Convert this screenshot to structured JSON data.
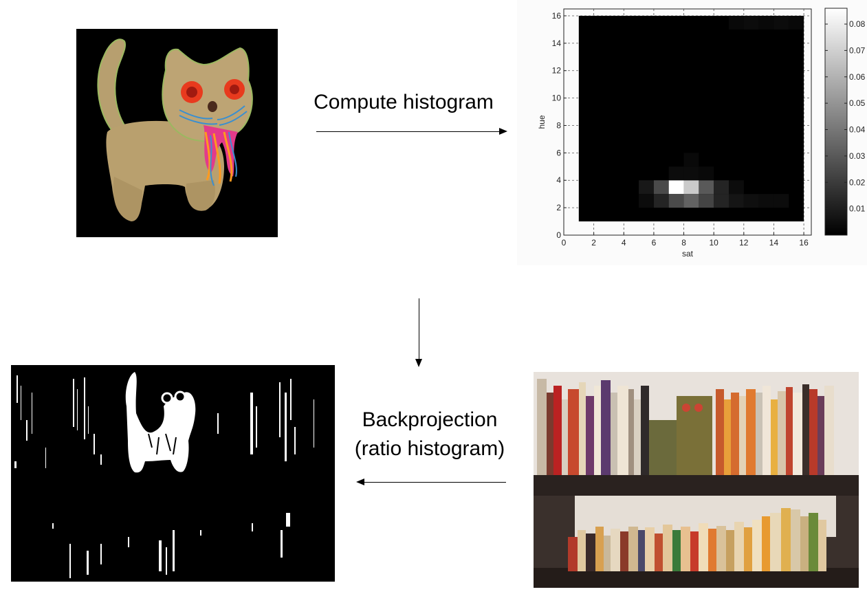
{
  "labels": {
    "compute_histogram": "Compute histogram",
    "backprojection_line1": "Backprojection",
    "backprojection_line2": "(ratio histogram)"
  },
  "images": {
    "model": "stuffed toy cat on black background",
    "backprojection_result": "binary backprojection map",
    "scene": "bookshelf with toy cat"
  },
  "chart_data": {
    "type": "heatmap",
    "xlabel": "sat",
    "ylabel": "hue",
    "xlim": [
      0,
      16.5
    ],
    "ylim": [
      0,
      16.5
    ],
    "x_ticks": [
      0,
      2,
      4,
      6,
      8,
      10,
      12,
      14,
      16
    ],
    "y_ticks": [
      0,
      2,
      4,
      6,
      8,
      10,
      12,
      14,
      16
    ],
    "grid": "dashed, outside plotted area",
    "colormap": "gray",
    "colorbar_ticks": [
      0.01,
      0.02,
      0.03,
      0.04,
      0.05,
      0.06,
      0.07,
      0.08
    ],
    "colorbar_range": [
      0,
      0.086
    ],
    "bin_range": [
      1,
      16
    ],
    "cells": [
      {
        "sat": 5,
        "hue": 3,
        "v": 0.008
      },
      {
        "sat": 6,
        "hue": 3,
        "v": 0.025
      },
      {
        "sat": 7,
        "hue": 3,
        "v": 0.086
      },
      {
        "sat": 8,
        "hue": 3,
        "v": 0.068
      },
      {
        "sat": 9,
        "hue": 3,
        "v": 0.03
      },
      {
        "sat": 10,
        "hue": 3,
        "v": 0.012
      },
      {
        "sat": 11,
        "hue": 3,
        "v": 0.004
      },
      {
        "sat": 5,
        "hue": 2,
        "v": 0.004
      },
      {
        "sat": 6,
        "hue": 2,
        "v": 0.012
      },
      {
        "sat": 7,
        "hue": 2,
        "v": 0.025
      },
      {
        "sat": 8,
        "hue": 2,
        "v": 0.033
      },
      {
        "sat": 9,
        "hue": 2,
        "v": 0.023
      },
      {
        "sat": 10,
        "hue": 2,
        "v": 0.012
      },
      {
        "sat": 11,
        "hue": 2,
        "v": 0.007
      },
      {
        "sat": 12,
        "hue": 2,
        "v": 0.005
      },
      {
        "sat": 13,
        "hue": 2,
        "v": 0.004
      },
      {
        "sat": 14,
        "hue": 2,
        "v": 0.004
      },
      {
        "sat": 7,
        "hue": 4,
        "v": 0.004
      },
      {
        "sat": 8,
        "hue": 4,
        "v": 0.004
      },
      {
        "sat": 9,
        "hue": 4,
        "v": 0.003
      },
      {
        "sat": 8,
        "hue": 5,
        "v": 0.003
      },
      {
        "sat": 11,
        "hue": 15,
        "v": 0.003
      },
      {
        "sat": 12,
        "hue": 15,
        "v": 0.004
      },
      {
        "sat": 13,
        "hue": 15,
        "v": 0.003
      },
      {
        "sat": 14,
        "hue": 15,
        "v": 0.004
      },
      {
        "sat": 15,
        "hue": 15,
        "v": 0.003
      }
    ]
  }
}
